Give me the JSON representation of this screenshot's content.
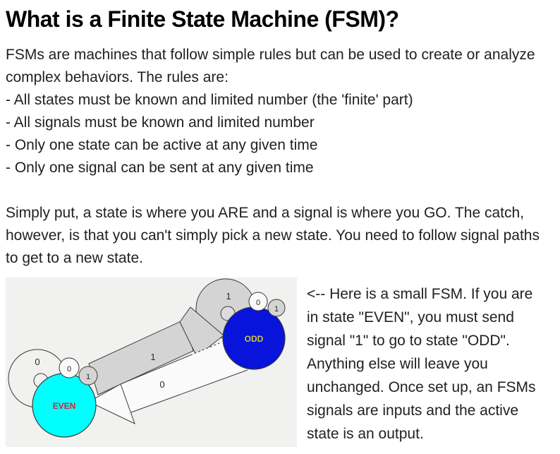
{
  "page": {
    "title": "What is a Finite State Machine (FSM)?",
    "intro": "FSMs are machines that follow simple rules but can be used to create or analyze complex behaviors. The rules are:",
    "rules": [
      "- All states must be known and limited number (the 'finite' part)",
      "- All signals must be known and limited number",
      "- Only one state can be active at any given time",
      "- Only one signal can be sent at any given time"
    ],
    "summary": "Simply put, a state is where you ARE and a signal is where you GO. The catch, however, is that you can't simply pick a new state. You need to follow signal paths to get to a new state.",
    "caption": "<-- Here is a small FSM. If you are in state \"EVEN\", you must send signal \"1\" to go to state \"ODD\". Anything else will leave you unchanged. Once set up, an FSMs signals are inputs and the active state is an output."
  },
  "diagram": {
    "even": {
      "label": "EVEN",
      "fill": "#00ffff",
      "label_color": "#cc2936",
      "loop_label": "0",
      "badge_a": "0",
      "badge_b": "1"
    },
    "odd": {
      "label": "ODD",
      "fill": "#0813db",
      "label_color": "#c8c83c",
      "loop_label": "1",
      "badge_a": "0",
      "badge_b": "1"
    },
    "transitions": {
      "to_odd": "1",
      "to_even": "0"
    },
    "colors": {
      "panel_bg": "#f1f1ef",
      "band_gray": "#d4d4d4",
      "band_white": "#fafafa",
      "stroke": "#3a3a3a"
    }
  }
}
